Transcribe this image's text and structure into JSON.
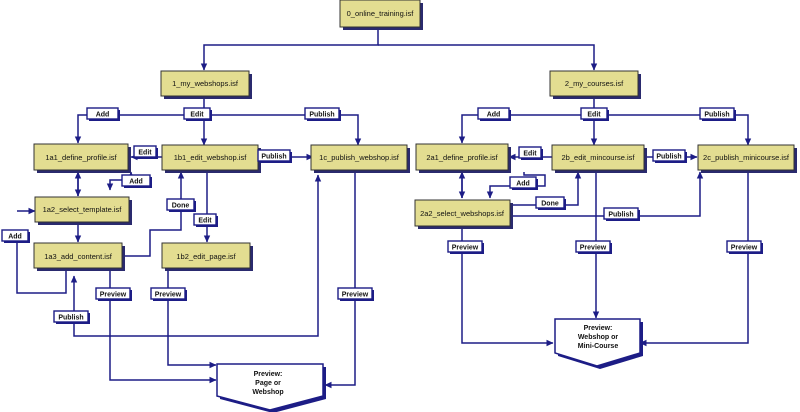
{
  "colors": {
    "box_fill": "#e3dd91",
    "line": "#1d1d86",
    "label_fill": "#ffffff"
  },
  "nodes": {
    "root": "0_online_training.isf",
    "webshops": "1_my_webshops.isf",
    "define_profile_1": "1a1_define_profile.isf",
    "select_template": "1a2_select_template.isf",
    "add_content": "1a3_add_content.isf",
    "edit_webshop": "1b1_edit_webshop.isf",
    "edit_page": "1b2_edit_page.isf",
    "publish_webshop": "1c_publish_webshop.isf",
    "courses": "2_my_courses.isf",
    "define_profile_2": "2a1_define_profile.isf",
    "select_webshops": "2a2_select_webshops.isf",
    "edit_mincourse": "2b_edit_mincourse.isf",
    "publish_minicourse": "2c_publish_minicourse.isf"
  },
  "edge_labels": {
    "add": "Add",
    "edit": "Edit",
    "publish": "Publish",
    "done": "Done",
    "preview": "Preview"
  },
  "previews": {
    "left": [
      "Preview:",
      "Page or",
      "Webshop"
    ],
    "right": [
      "Preview:",
      "Webshop or",
      "Mini-Course"
    ]
  }
}
